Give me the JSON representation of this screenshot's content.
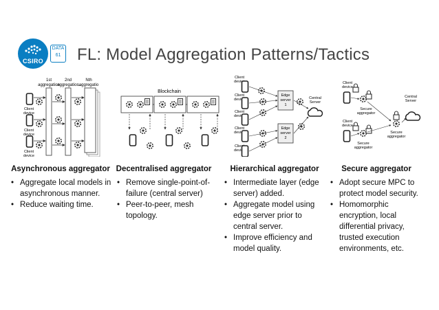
{
  "header": {
    "title": "FL: Model Aggregation Patterns/Tactics",
    "logo_text": "CSIRO",
    "logo_badge_line1": "DATA",
    "logo_badge_line2": "61"
  },
  "figures": {
    "async": {
      "round1": "1st",
      "round1b": "aggregation",
      "round2": "2nd",
      "round2b": "aggregation",
      "ellipsis": "...",
      "roundn": "Nth",
      "roundnb": "aggregatio",
      "device_line1": "Client",
      "device_line2": "device"
    },
    "decentral": {
      "chain_label": "Blockchain"
    },
    "hier": {
      "device_line1": "Client",
      "device_line2": "device",
      "edge1_l1": "Edge",
      "edge1_l2": "server",
      "edge1_l3": "1",
      "edge2_l1": "Edge",
      "edge2_l2": "server",
      "edge2_l3": "2",
      "central_l1": "Central",
      "central_l2": "Server"
    },
    "secure": {
      "device_line1": "Client",
      "device_line2": "device",
      "sec_l1": "Secure",
      "sec_l2": "aggregator",
      "central_l1": "Central",
      "central_l2": "Server"
    }
  },
  "columns": [
    {
      "heading": "Asynchronous aggregator",
      "bullets": [
        "Aggregate local models in asynchronous manner.",
        "Reduce waiting time."
      ]
    },
    {
      "heading": "Decentralised aggregator",
      "bullets": [
        "Remove single-point-of-failure (central server)",
        "Peer-to-peer, mesh topology."
      ]
    },
    {
      "heading": "Hierarchical aggregator",
      "bullets": [
        "Intermediate layer (edge server) added.",
        "Aggregate model using edge server prior to central server.",
        "Improve efficiency and model quality."
      ]
    },
    {
      "heading": "Secure aggregator",
      "bullets": [
        "Adopt secure MPC to protect model security.",
        "Homomorphic encryption, local differential privacy, trusted execution environments, etc."
      ]
    }
  ]
}
